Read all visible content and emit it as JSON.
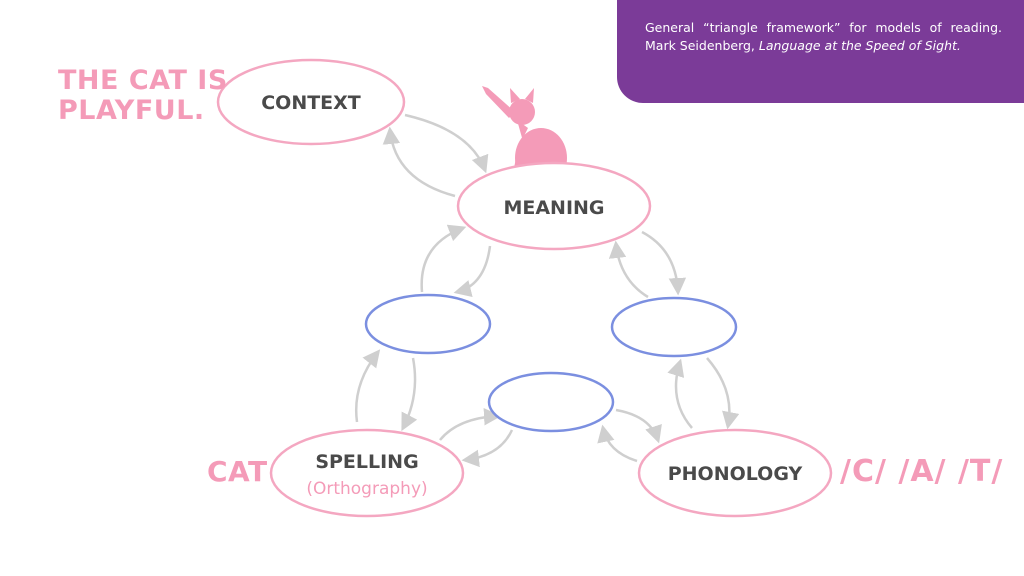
{
  "caption": {
    "text": "General “triangle framework” for models of reading. Mark Seidenberg, ",
    "italic": "Language at the Speed of Sight."
  },
  "examples": {
    "sentence_line1": "THE CAT IS",
    "sentence_line2": "PLAYFUL.",
    "word": "CAT",
    "sounds": "/C/ /A/ /T/"
  },
  "nodes": {
    "context": "CONTEXT",
    "meaning": "MEANING",
    "spelling": "SPELLING",
    "spelling_sub": "(Orthography)",
    "phonology": "PHONOLOGY"
  },
  "colors": {
    "accent_pink": "#f49bb8",
    "hidden_blue": "#7b8fe0",
    "arrow_gray": "#cfcfcf",
    "caption_purple": "#7b3b98"
  },
  "icons": [
    "cat-silhouette-icon"
  ]
}
